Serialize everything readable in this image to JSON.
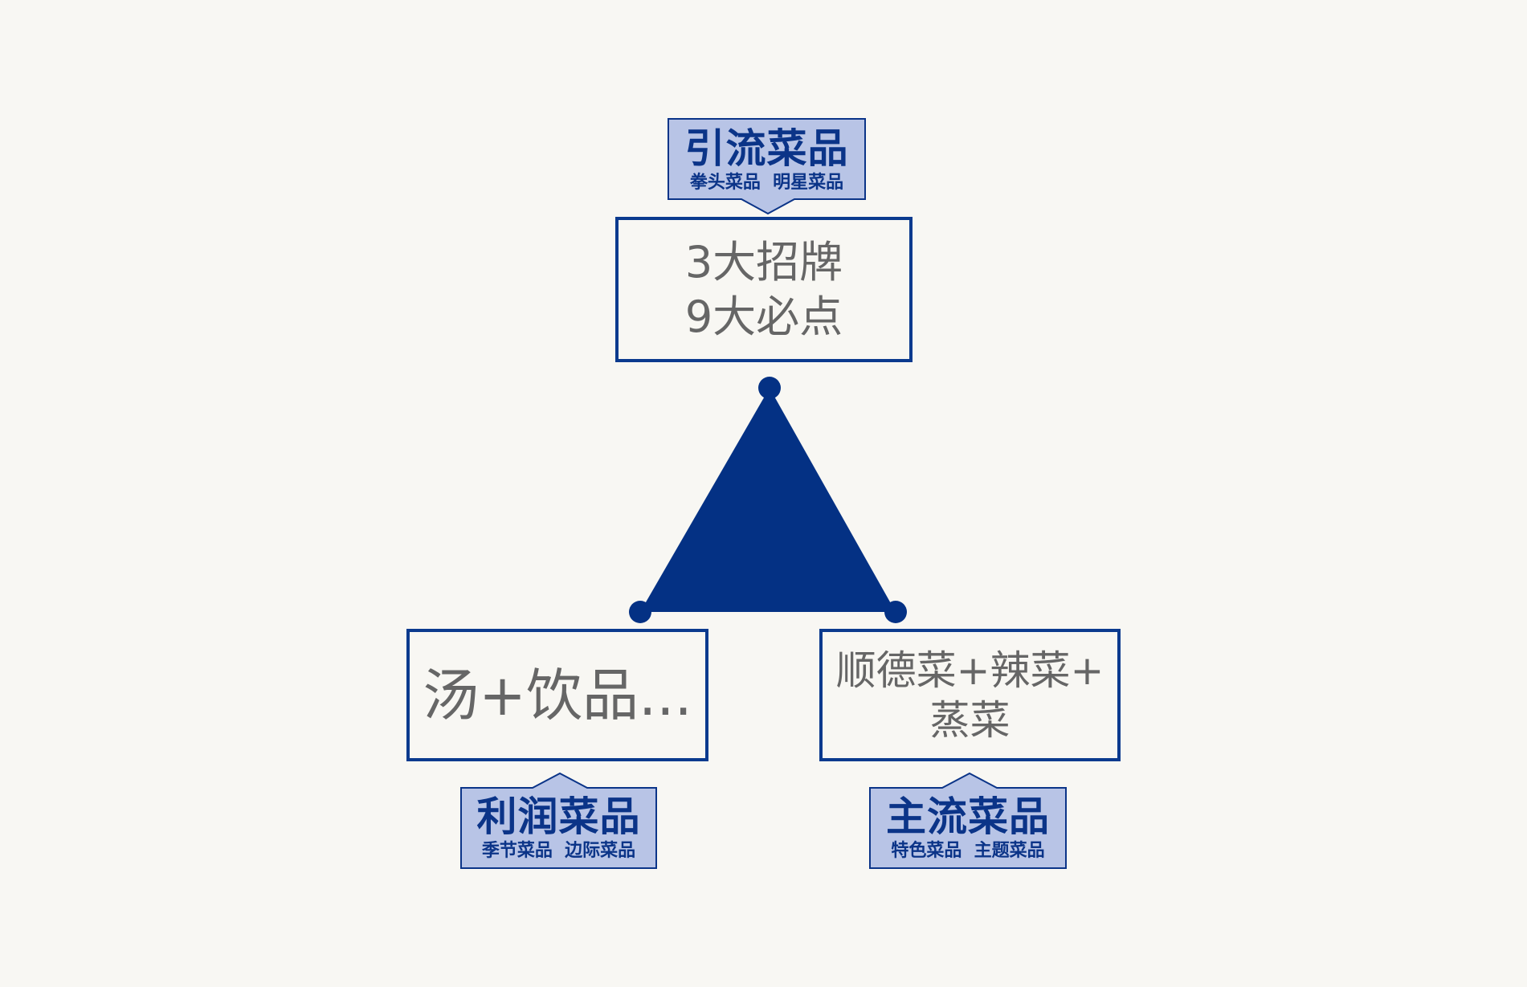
{
  "colors": {
    "background": "#f8f7f3",
    "navy": "#0b3488",
    "tag_fill": "#b8c4e6",
    "box_text": "#666666"
  },
  "top": {
    "tag_title": "引流菜品",
    "tag_sub": "拳头菜品  明星菜品",
    "box_line1": "3大招牌",
    "box_line2": "9大必点"
  },
  "left": {
    "tag_title": "利润菜品",
    "tag_sub": "季节菜品  边际菜品",
    "box_text": "汤+饮品..."
  },
  "right": {
    "tag_title": "主流菜品",
    "tag_sub": "特色菜品  主题菜品",
    "box_line1": "顺德菜+辣菜+",
    "box_line2": "蒸菜"
  }
}
